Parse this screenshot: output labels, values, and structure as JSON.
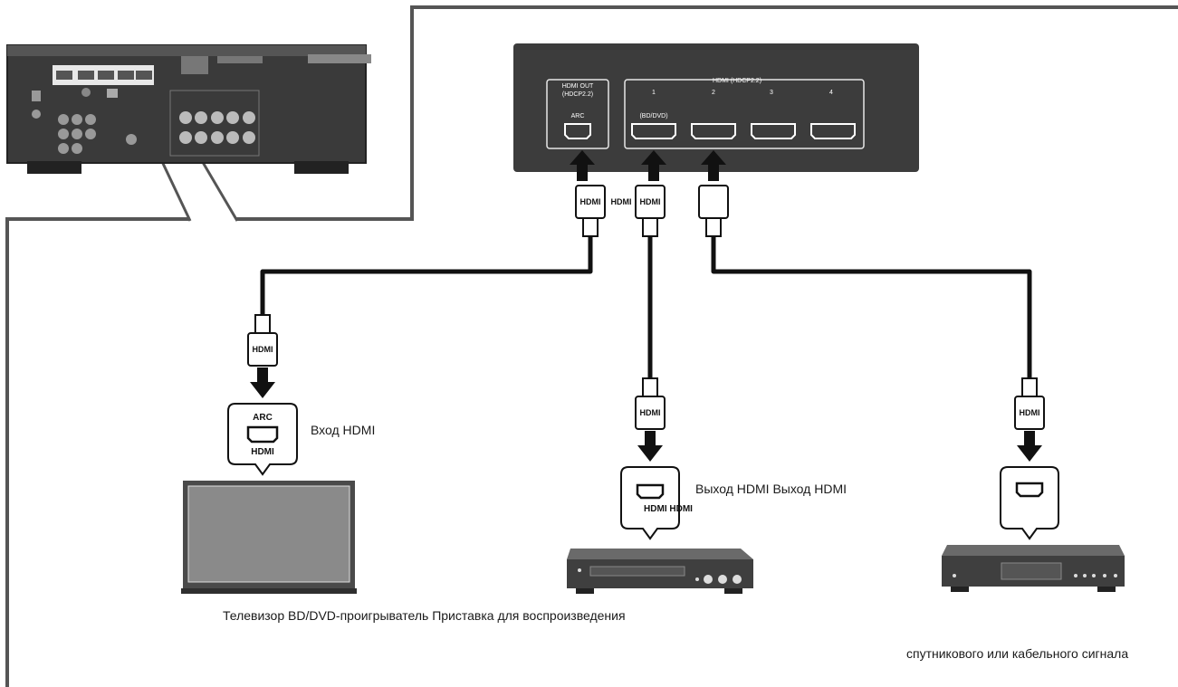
{
  "receiver_panel": {
    "hdmi_out_label": "HDMI OUT",
    "hdmi_out_sub": "(HDCP2.2)",
    "arc_small": "ARC",
    "hdmi_in_label": "HDMI",
    "hdmi_in_sub": "(HDCP2.2)",
    "port_numbers": [
      "1",
      "2",
      "3",
      "4"
    ],
    "bd_dvd_tag": "(BD/DVD)"
  },
  "cables": {
    "plug_labels_top": [
      "HDMI",
      "HDMI",
      "HDMI"
    ],
    "plug_label": "HDMI"
  },
  "devices": {
    "tv": {
      "bubble_arc": "ARC",
      "bubble_hdmi": "HDMI",
      "input_label": "Вход HDMI"
    },
    "player": {
      "bubble_hdmi": "HDMI HDMI",
      "output_label": "Выход HDMI Выход HDMI"
    },
    "settop": {}
  },
  "captions": {
    "line1": "Телевизор BD/DVD-проигрыватель Приставка для воспроизведения",
    "line2": "спутникового или кабельного сигнала"
  },
  "colors": {
    "panel": "#3c3c3c",
    "cable": "#111111",
    "device": "#4a4a4a",
    "callout_line": "#555555"
  }
}
